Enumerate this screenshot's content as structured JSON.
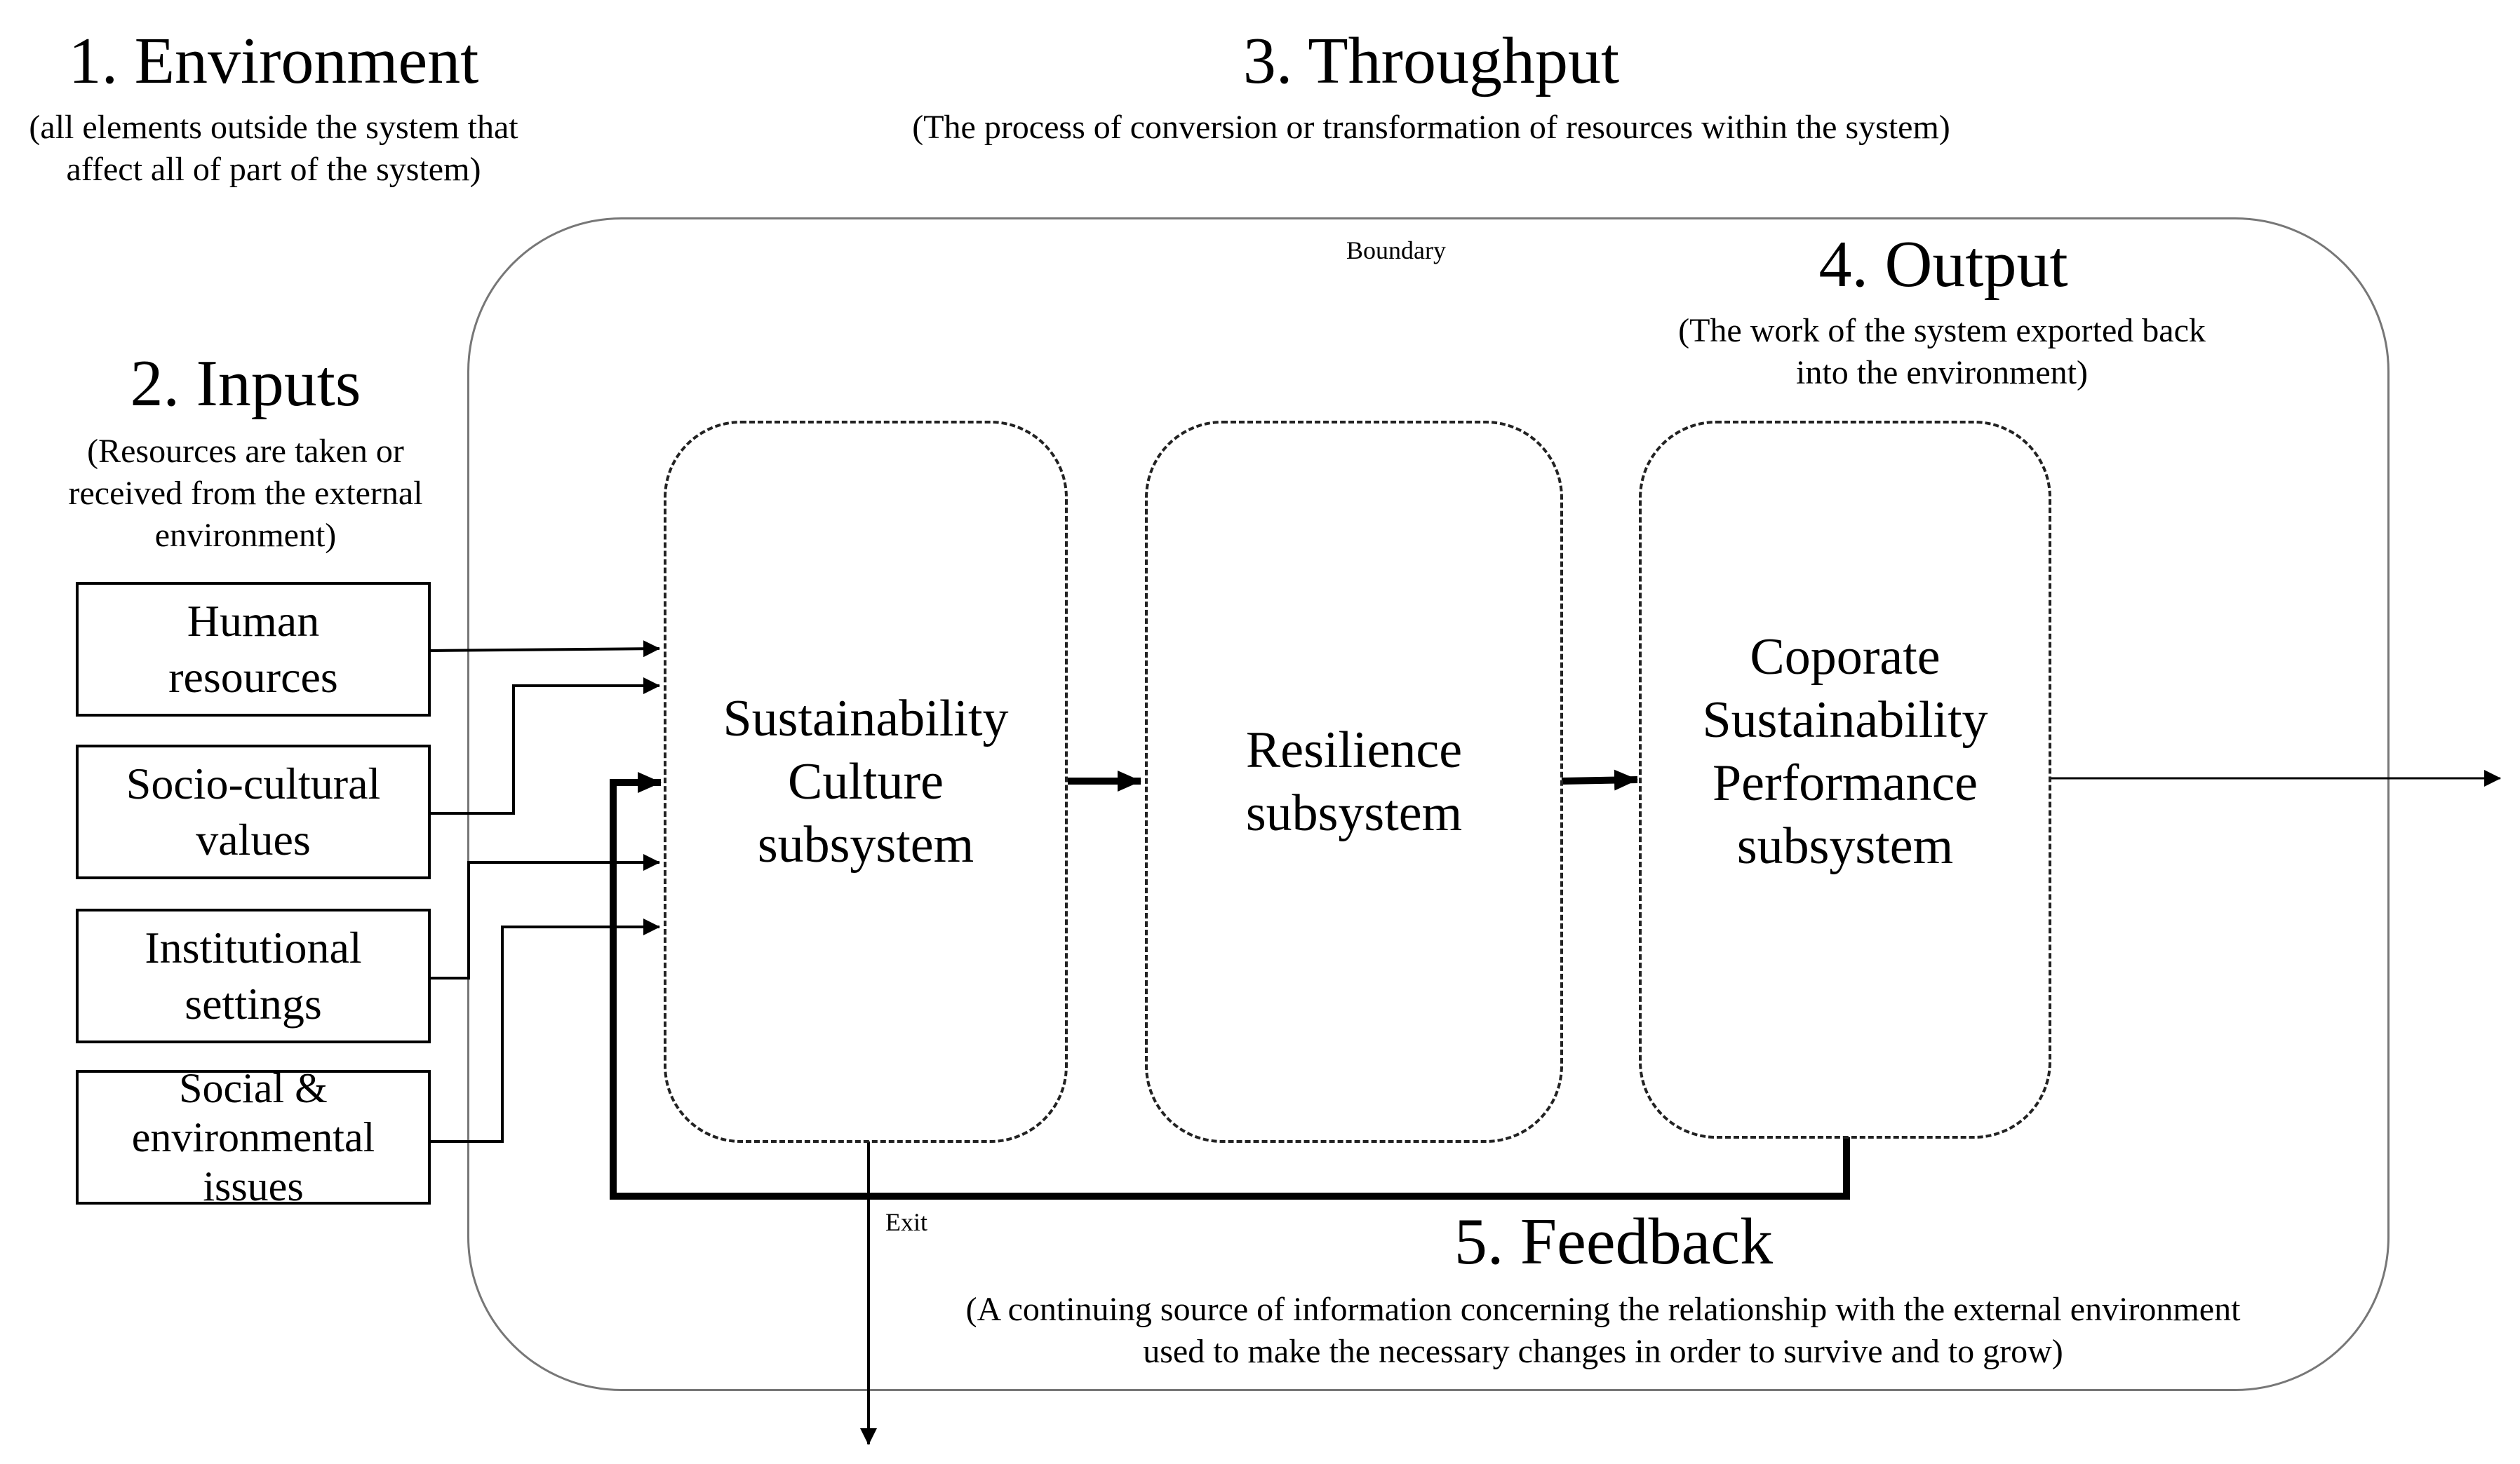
{
  "environment": {
    "title": "1. Environment",
    "description": "(all elements outside the system that affect all of part of the system)"
  },
  "throughput": {
    "title": "3. Throughput",
    "description": "(The process of conversion or transformation of resources within the system)"
  },
  "inputs": {
    "title": "2. Inputs",
    "description": "(Resources are taken or received from the external environment)",
    "items": [
      {
        "label": "Human resources"
      },
      {
        "label": "Socio-cultural values"
      },
      {
        "label": "Institutional settings"
      },
      {
        "label": "Social & environmental issues"
      }
    ]
  },
  "output": {
    "title": "4. Output",
    "description": "(The work of the system exported back into the environment)"
  },
  "feedback": {
    "title": "5. Feedback",
    "description": "(A continuing source of information concerning the relationship with the external environment used to make the necessary changes in order to survive and to grow)"
  },
  "boundary_label": "Boundary",
  "exit_label": "Exit",
  "subsystems": [
    {
      "label": "Sustainability Culture subsystem"
    },
    {
      "label": "Resilience subsystem"
    },
    {
      "label": "Coporate Sustainability Performance subsystem"
    }
  ]
}
